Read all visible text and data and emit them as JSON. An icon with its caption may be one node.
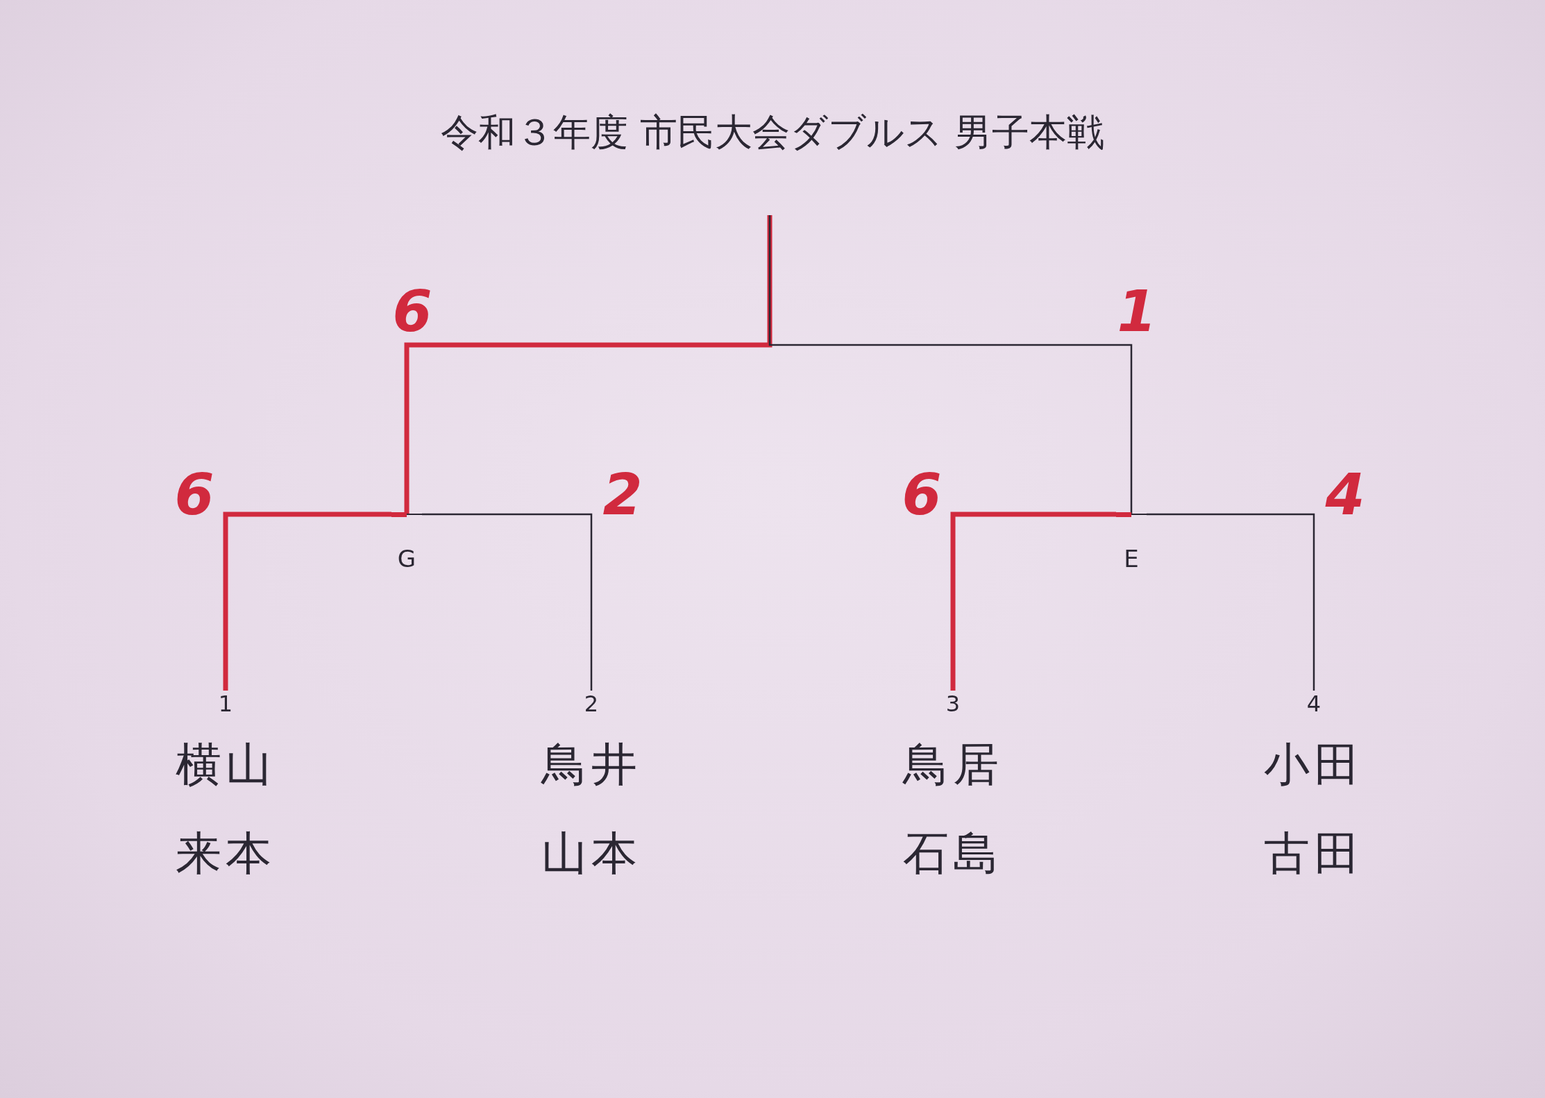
{
  "diagram": {
    "title": "令和３年度 市民大会ダブルス 男子本戦",
    "nodes": [
      {
        "text": [
          "1",
          "横山",
          "来本"
        ]
      },
      {
        "text": [
          "2",
          "鳥井",
          "山本"
        ]
      },
      {
        "text": [
          "3",
          "鳥居",
          "石島"
        ]
      },
      {
        "text": [
          "4",
          "小田",
          "古田"
        ]
      },
      {
        "text": [
          "G"
        ]
      },
      {
        "text": [
          "E"
        ]
      }
    ],
    "edges": [
      {
        "from": 0,
        "to": 4,
        "arrow": "none",
        "label": "6",
        "style": "thick",
        "color": "#d12a3e"
      },
      {
        "from": 1,
        "to": 4,
        "arrow": "none",
        "label": "2",
        "color": "#2b2733"
      },
      {
        "from": 2,
        "to": 5,
        "arrow": "none",
        "label": "6",
        "style": "thick",
        "color": "#d12a3e"
      },
      {
        "from": 3,
        "to": 5,
        "arrow": "none",
        "label": "4",
        "color": "#2b2733"
      },
      {
        "from": 4,
        "to": null,
        "arrow": "none",
        "label": "6",
        "style": "thick",
        "color": "#d12a3e"
      },
      {
        "from": 5,
        "to": null,
        "arrow": "none",
        "label": "1",
        "color": "#2b2733"
      }
    ]
  }
}
